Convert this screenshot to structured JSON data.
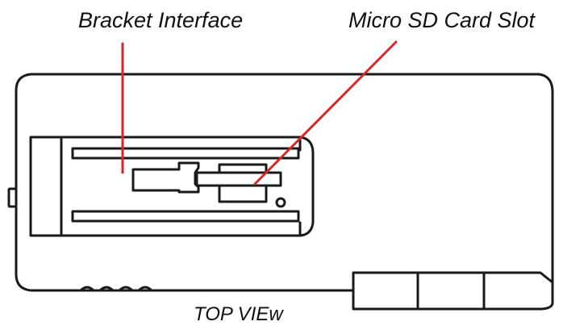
{
  "callouts": {
    "bracket_interface": "Bracket Interface",
    "micro_sd_slot": "Micro SD Card Slot"
  },
  "caption": "TOP VIEw",
  "colors": {
    "outline": "#1a1a1a",
    "leader_line": "#d9262c",
    "background": "#ffffff"
  }
}
